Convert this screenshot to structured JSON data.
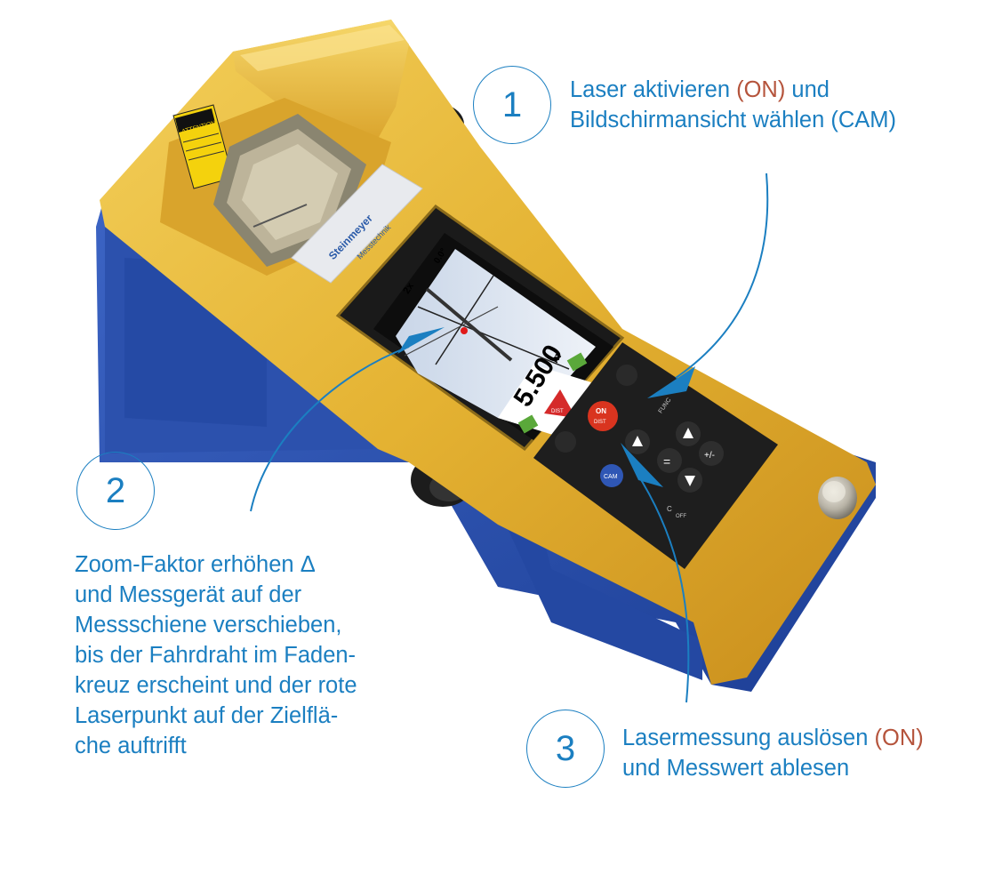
{
  "steps": [
    {
      "number": "1",
      "line1_pre": "Laser aktivieren ",
      "line1_key": "(ON)",
      "line1_post": " und",
      "line2_pre": "Bildschirmansicht wählen ",
      "line2_key": "(CAM)"
    },
    {
      "number": "2",
      "lines": [
        "Zoom-Faktor erhöhen Δ",
        "und Messgerät auf der",
        "Messschiene verschieben,",
        "bis der Fahrdraht im Faden-",
        "kreuz erscheint und der rote",
        "Laserpunkt auf der Zielflä-",
        "che auftrifft"
      ]
    },
    {
      "number": "3",
      "line1_pre": "Lasermessung auslösen ",
      "line1_key": "(ON)",
      "line2": "und Messwert ablesen"
    }
  ],
  "device": {
    "brand": "Steinmeyer",
    "brand_sub": "Messtechnik",
    "warning_label": "ATTENTION",
    "screen": {
      "zoom": "2x",
      "angle": "0.0°",
      "distance": "5.500",
      "unit": "m",
      "dist_label": "DIST"
    },
    "keys": {
      "on": "ON",
      "on_sub": "DIST",
      "func": "FUNC",
      "cam": "CAM",
      "plusminus": "+/-",
      "equals": "=",
      "clear": "C",
      "off": "OFF"
    }
  },
  "colors": {
    "accent_blue": "#1b7fc1",
    "highlight_red": "#b5543c",
    "housing_gold": "#e8b93a",
    "housing_blue": "#2f55b3"
  }
}
